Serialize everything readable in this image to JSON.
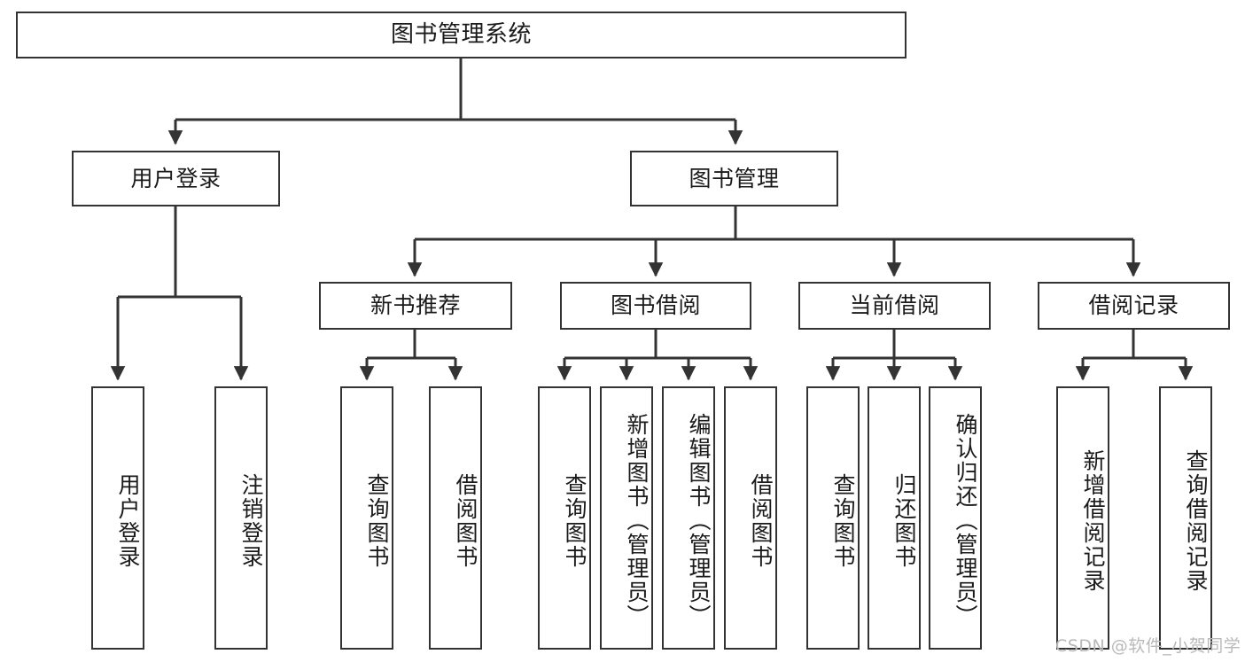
{
  "diagram": {
    "type": "tree-hierarchy",
    "title": "图书管理系统",
    "watermark": "CSDN @软件_小贺同学",
    "colors": {
      "stroke": "#333333",
      "fill": "#ffffff",
      "text": "#1a1a1a",
      "watermark": "#b9b9b9"
    },
    "nodes": {
      "root": {
        "label": "图书管理系统"
      },
      "level2": [
        {
          "id": "user-login",
          "label": "用户登录"
        },
        {
          "id": "book-management",
          "label": "图书管理"
        }
      ],
      "level3": [
        {
          "id": "new-book-recommend",
          "label": "新书推荐"
        },
        {
          "id": "book-borrow",
          "label": "图书借阅"
        },
        {
          "id": "current-borrow",
          "label": "当前借阅"
        },
        {
          "id": "borrow-record",
          "label": "借阅记录"
        }
      ],
      "leaves": {
        "user_login": [
          {
            "id": "leaf-user-login",
            "label": "用户登录"
          },
          {
            "id": "leaf-logout-login",
            "label": "注销登录"
          }
        ],
        "new_book_recommend": [
          {
            "id": "leaf-query-book-1",
            "label": "查询图书"
          },
          {
            "id": "leaf-borrow-book-1",
            "label": "借阅图书"
          }
        ],
        "book_borrow": [
          {
            "id": "leaf-query-book-2",
            "label": "查询图书"
          },
          {
            "id": "leaf-add-book",
            "label": "新增图书（管理员）"
          },
          {
            "id": "leaf-edit-book",
            "label": "编辑图书（管理员）"
          },
          {
            "id": "leaf-borrow-book-2",
            "label": "借阅图书"
          }
        ],
        "current_borrow": [
          {
            "id": "leaf-query-book-3",
            "label": "查询图书"
          },
          {
            "id": "leaf-return-book",
            "label": "归还图书"
          },
          {
            "id": "leaf-confirm-return",
            "label": "确认归还（管理员）"
          }
        ],
        "borrow_record": [
          {
            "id": "leaf-add-record",
            "label": "新增借阅记录"
          },
          {
            "id": "leaf-query-record",
            "label": "查询借阅记录"
          }
        ]
      }
    }
  }
}
